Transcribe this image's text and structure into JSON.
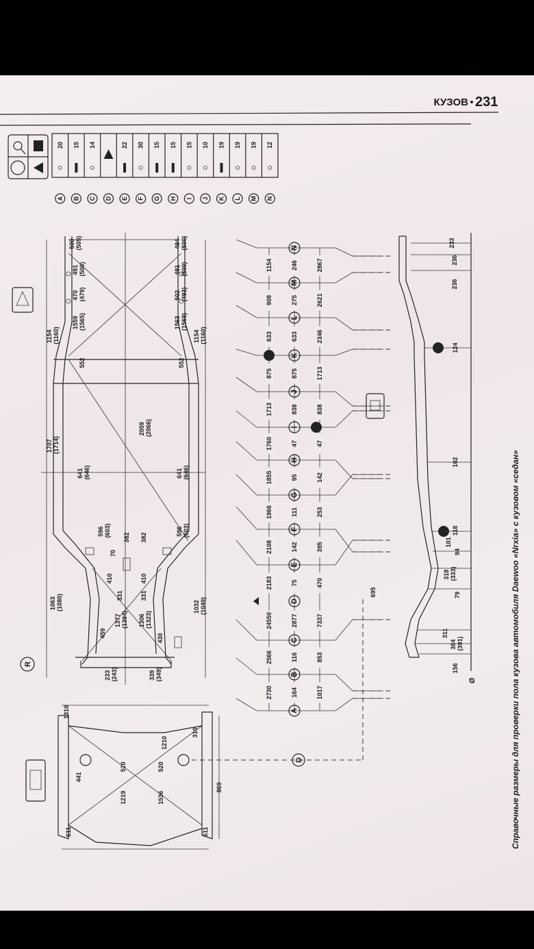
{
  "header": {
    "section": "КУЗОВ",
    "page_number": "231"
  },
  "caption": "Справочные размеры для проверки пола кузова автомобиля Daewoo «Nrxia» с кузовом «седан»",
  "legend": {
    "points": [
      {
        "letter": "A",
        "value": "20",
        "symbol": "circle"
      },
      {
        "letter": "B",
        "value": "15",
        "symbol": "bolt"
      },
      {
        "letter": "C",
        "value": "14",
        "symbol": "circle"
      },
      {
        "letter": "D",
        "value": "",
        "symbol": "triangle"
      },
      {
        "letter": "E",
        "value": "22",
        "symbol": "bolt"
      },
      {
        "letter": "F",
        "value": "30",
        "symbol": "circle"
      },
      {
        "letter": "G",
        "value": "15",
        "symbol": "bolt"
      },
      {
        "letter": "H",
        "value": "15",
        "symbol": "bolt"
      },
      {
        "letter": "I",
        "value": "15",
        "symbol": "circle"
      },
      {
        "letter": "J",
        "value": "10",
        "symbol": "circle"
      },
      {
        "letter": "K",
        "value": "19",
        "symbol": "bolt"
      },
      {
        "letter": "L",
        "value": "19",
        "symbol": "circle"
      },
      {
        "letter": "M",
        "value": "19",
        "symbol": "circle"
      },
      {
        "letter": "N",
        "value": "12",
        "symbol": "circle"
      }
    ],
    "key_icons": [
      "wrench-icon",
      "filled-square-icon",
      "circle-icon",
      "triangle-icon"
    ]
  },
  "chain": {
    "letters": [
      "N",
      "M",
      "L",
      "K",
      "J",
      "I",
      "H",
      "G",
      "F",
      "E",
      "D",
      "C",
      "B",
      "A"
    ],
    "left": [
      "1154",
      "908",
      "633",
      "875",
      "1713",
      "1760",
      "1855",
      "1966",
      "2108",
      "2183",
      "24550",
      "2566",
      "2730"
    ],
    "center": [
      "246",
      "275",
      "633",
      "875",
      "838",
      "47",
      "95",
      "111",
      "142",
      "75",
      "2877",
      "116",
      "164"
    ],
    "right": [
      "2867",
      "2621",
      "2346",
      "1713",
      "838",
      "47",
      "142",
      "253",
      "395",
      "470",
      "7337",
      "853",
      "1017"
    ]
  },
  "plan_view": {
    "dimensions": [
      "500 (505)",
      "494 (500)",
      "491 (500)",
      "491 (500)",
      "470 (479)",
      "502 (493)",
      "1559 (1565)",
      "1563 (1569)",
      "1154 (1160)",
      "1154 (1160)",
      "552",
      "552",
      "1707 (1714)",
      "2059 (2066)",
      "641 (646)",
      "641 (646)",
      "596 (603)",
      "596 (603)",
      "382",
      "382",
      "70",
      "410",
      "410",
      "331",
      "331",
      "1377 (1394)",
      "1306 (1323)",
      "459",
      "430",
      "1063 (1080)",
      "1032 (1049)",
      "233 (243)",
      "339 (349)"
    ],
    "marker": "R"
  },
  "side_view": {
    "dimensions": [
      "233",
      "236",
      "236",
      "124",
      "102",
      "118",
      "101",
      "94",
      "318 (333)",
      "79",
      "695",
      "311",
      "384 (391)",
      "156"
    ],
    "datum": "Ø"
  },
  "rear_view": {
    "dimensions": [
      "1310",
      "1210",
      "310",
      "520",
      "520",
      "1219",
      "1536",
      "441",
      "869",
      "611",
      "611"
    ],
    "marker": "D"
  }
}
